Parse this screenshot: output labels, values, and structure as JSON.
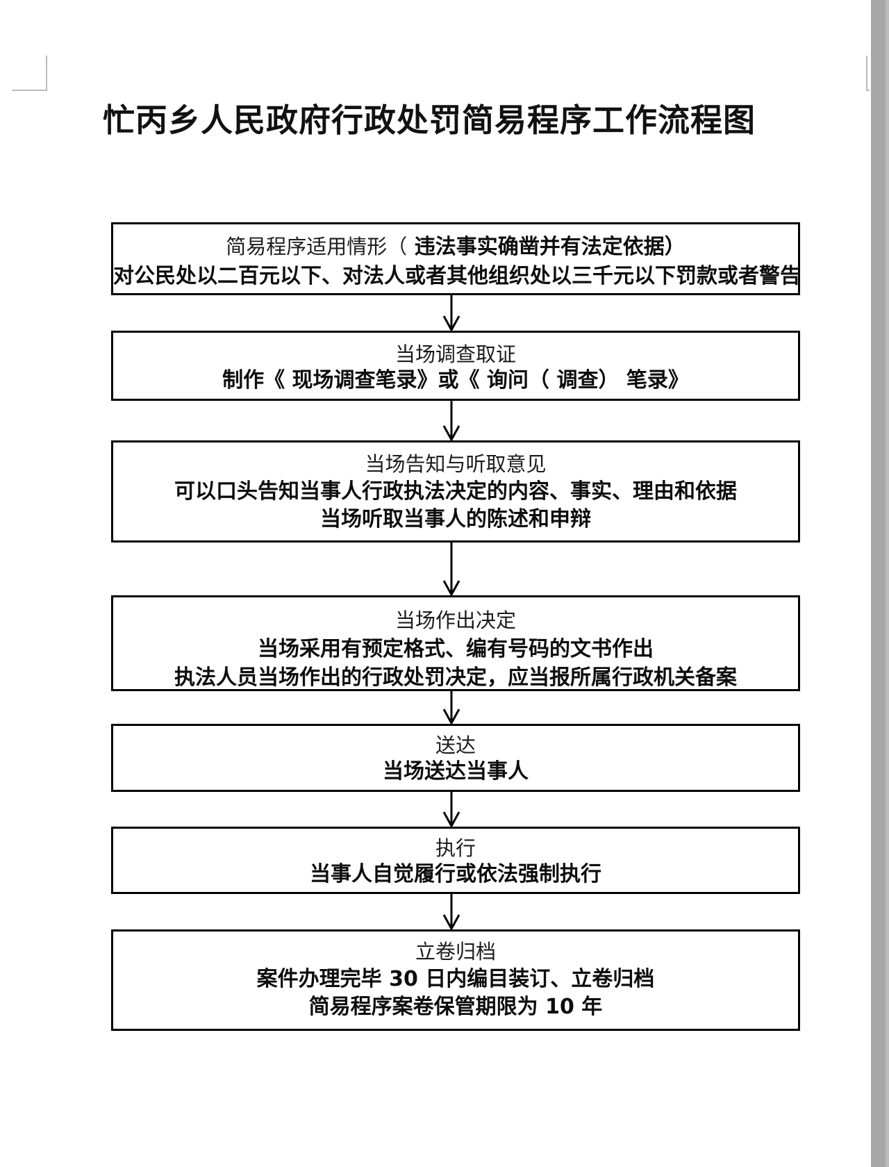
{
  "page": {
    "title": "忙丙乡人民政府行政处罚简易程序工作流程图"
  },
  "flow": {
    "boxes": [
      {
        "name": "simple-procedure-applicable-situations",
        "heading": "简易程序适用情形（",
        "heading_note": " 违法事实确凿并有法定依据）",
        "lines": [
          "对公民处以二百元以下、对法人或者其他组织处以三千元以下罚款或者警告"
        ]
      },
      {
        "name": "onsite-investigation-evidence",
        "heading": "当场调查取证",
        "lines": [
          "制作《 现场调查笔录》或《 询问（ 调查） 笔录》"
        ]
      },
      {
        "name": "onsite-notification-hearing",
        "heading": "当场告知与听取意见",
        "lines": [
          "可以口头告知当事人行政执法决定的内容、事实、理由和依据",
          "当场听取当事人的陈述和申辩"
        ]
      },
      {
        "name": "onsite-decision",
        "heading": "当场作出决定",
        "lines": [
          "当场采用有预定格式、编有号码的文书作出",
          "执法人员当场作出的行政处罚决定，应当报所属行政机关备案"
        ]
      },
      {
        "name": "delivery",
        "heading": "送达",
        "lines": [
          "当场送达当事人"
        ]
      },
      {
        "name": "execution",
        "heading": "执行",
        "lines": [
          "当事人自觉履行或依法强制执行"
        ]
      },
      {
        "name": "filing-archiving",
        "heading": "立卷归档",
        "lines": [
          "案件办理完毕 30 日内编目装订、立卷归档",
          "简易程序案卷保管期限为 10 年"
        ]
      }
    ]
  },
  "colors": {
    "box_border": "#000000",
    "text": "#0d0d0d",
    "scrollbar": "#a6a6a6",
    "margin_mark": "#b9b9b9"
  }
}
